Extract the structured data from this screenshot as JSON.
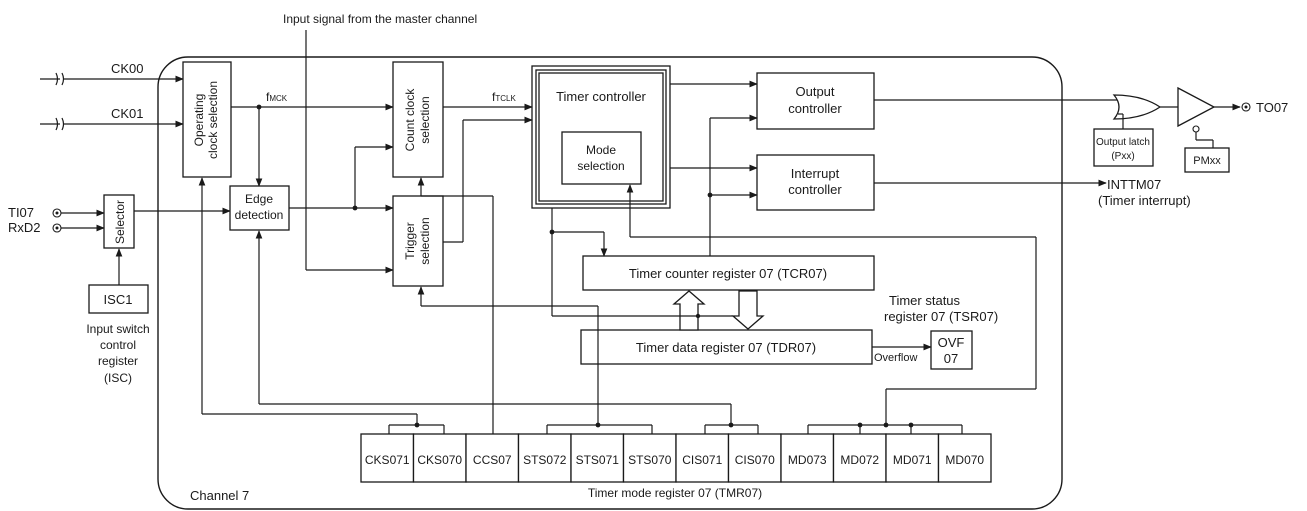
{
  "top_note": "Input signal from the master channel",
  "channel_label": "Channel 7",
  "inputs": {
    "ck00": "CK00",
    "ck01": "CK01",
    "ti07": "TI07",
    "rxd2": "RxD2"
  },
  "fmck": {
    "main": "f",
    "sub": "MCK"
  },
  "ftclk": {
    "main": "f",
    "sub": "TCLK"
  },
  "blocks": {
    "operating_clock": [
      "Operating",
      "clock selection"
    ],
    "count_clock": [
      "Count clock",
      "selection"
    ],
    "edge_detection": [
      "Edge",
      "detection"
    ],
    "trigger_selection": [
      "Trigger",
      "selection"
    ],
    "selector": "Selector",
    "isc1": "ISC1",
    "timer_controller": "Timer controller",
    "mode_selection": [
      "Mode",
      "selection"
    ],
    "output_controller": [
      "Output",
      "controller"
    ],
    "interrupt_controller": [
      "Interrupt",
      "controller"
    ],
    "tcr": "Timer counter register 07 (TCR07)",
    "tdr": "Timer data register 07 (TDR07)",
    "ovf": [
      "OVF",
      "07"
    ],
    "output_latch": [
      "Output latch",
      "(Pxx)"
    ],
    "pmxx": "PMxx"
  },
  "isc_caption": [
    "Input switch",
    "control",
    "register",
    "(ISC)"
  ],
  "tsr_caption": [
    "Timer status",
    "register 07 (TSR07)"
  ],
  "overflow_label": "Overflow",
  "outputs": {
    "to07": "TO07",
    "intm": "INTTM07",
    "intm_note": "(Timer interrupt)"
  },
  "tmr_bits": [
    "CKS071",
    "CKS070",
    "CCS07",
    "STS072",
    "STS071",
    "STS070",
    "CIS071",
    "CIS070",
    "MD073",
    "MD072",
    "MD071",
    "MD070"
  ],
  "tmr_caption": "Timer mode register 07 (TMR07)"
}
